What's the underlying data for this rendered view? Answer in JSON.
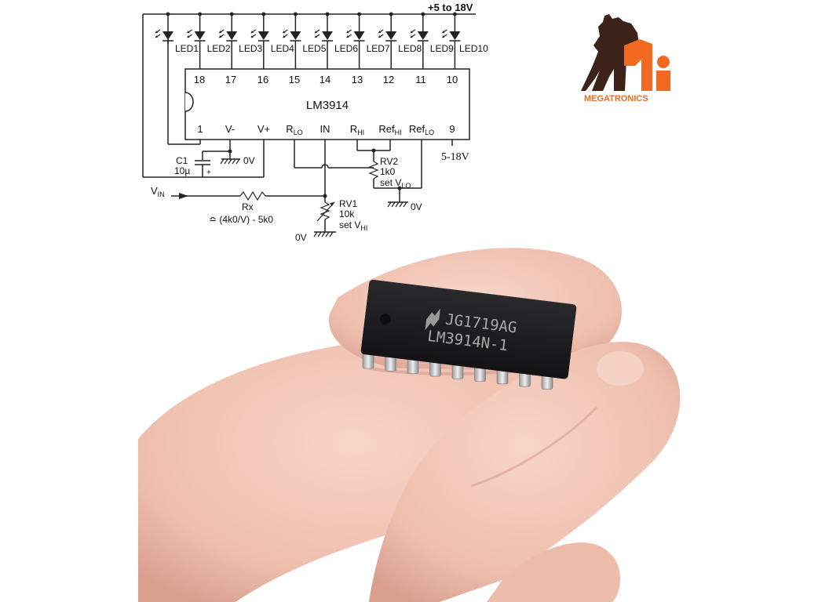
{
  "schematic": {
    "supply_label": "+5 to 18V",
    "leds": [
      "LED1",
      "LED2",
      "LED3",
      "LED4",
      "LED5",
      "LED6",
      "LED7",
      "LED8",
      "LED9",
      "LED10"
    ],
    "top_pins": [
      "18",
      "17",
      "16",
      "15",
      "14",
      "13",
      "12",
      "11",
      "10"
    ],
    "chip_name": "LM3914",
    "bottom_pin_numbers": [
      "1",
      "9"
    ],
    "bottom_pin_labels": {
      "v_minus": "V-",
      "v_plus": "V+",
      "r_lo": {
        "main": "R",
        "sub": "LO"
      },
      "in": "IN",
      "r_hi": {
        "main": "R",
        "sub": "HI"
      },
      "ref_hi": {
        "main": "Ref",
        "sub": "HI"
      },
      "ref_lo": {
        "main": "Ref",
        "sub": "LO"
      }
    },
    "c1": {
      "name": "C1",
      "value": "10µ",
      "polarity": "+"
    },
    "ground_label": "0V",
    "rv2": {
      "name": "RV2",
      "value": "1k0",
      "note_main": "set V",
      "note_sub": "LO"
    },
    "rv1": {
      "name": "RV1",
      "value": "10k",
      "note_main": "set V",
      "note_sub": "HI"
    },
    "vin": {
      "main": "V",
      "sub": "IN"
    },
    "rx": {
      "name": "Rx",
      "formula": "≏  (4k0/V) - 5k0"
    },
    "side_note": "5-18V"
  },
  "logo": {
    "word": "MEGATRONICS",
    "colors": {
      "orange": "#f26a21",
      "dark": "#4a2a1e"
    }
  },
  "photo": {
    "chip_line1": "JG1719AG",
    "chip_line2": "LM3914N-1",
    "colors": {
      "skin": "#f2c6b8",
      "skin_shadow": "#d99f92",
      "chip": "#1c1c1e",
      "pins": "#c9c9c9"
    }
  }
}
